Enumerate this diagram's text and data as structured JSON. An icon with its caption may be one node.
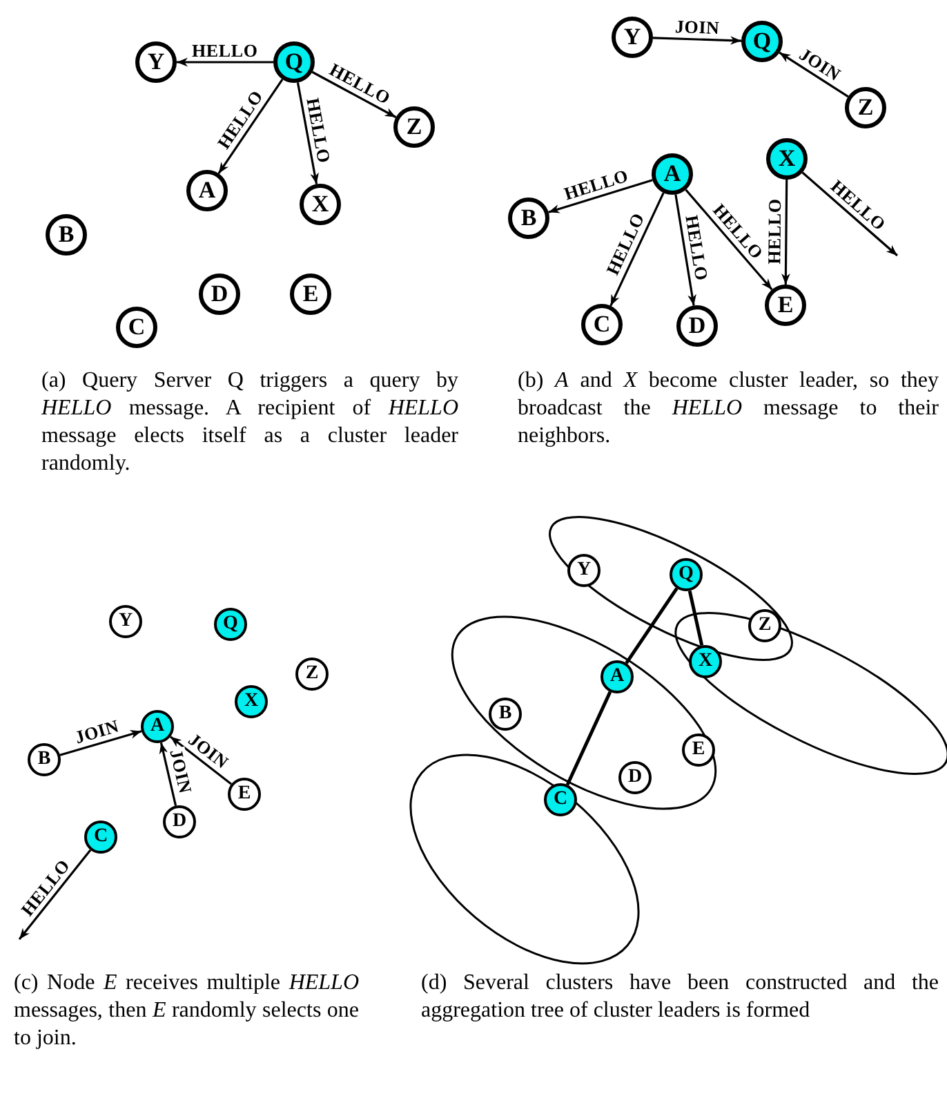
{
  "diagram": {
    "nodes": [
      {
        "text": [
          "Y"
        ]
      },
      {
        "text": [
          "Q"
        ]
      },
      {
        "text": [
          "Z"
        ]
      },
      {
        "text": [
          "A"
        ]
      },
      {
        "text": [
          "X"
        ]
      },
      {
        "text": [
          "B"
        ]
      },
      {
        "text": [
          "C"
        ]
      },
      {
        "text": [
          "D"
        ]
      },
      {
        "text": [
          "E"
        ]
      },
      {
        "text": [
          "Y"
        ]
      },
      {
        "text": [
          "Q"
        ]
      },
      {
        "text": [
          "Z"
        ]
      },
      {
        "text": [
          "A"
        ]
      },
      {
        "text": [
          "X"
        ]
      },
      {
        "text": [
          "B"
        ]
      },
      {
        "text": [
          "C"
        ]
      },
      {
        "text": [
          "D"
        ]
      },
      {
        "text": [
          "E"
        ]
      },
      {
        "text": [
          "Y"
        ]
      },
      {
        "text": [
          "Q"
        ]
      },
      {
        "text": [
          "Z"
        ]
      },
      {
        "text": [
          "A"
        ]
      },
      {
        "text": [
          "X"
        ]
      },
      {
        "text": [
          "B"
        ]
      },
      {
        "text": [
          "C"
        ]
      },
      {
        "text": [
          "D"
        ]
      },
      {
        "text": [
          "E"
        ]
      },
      {
        "text": [
          "Y"
        ]
      },
      {
        "text": [
          "Q"
        ]
      },
      {
        "text": [
          "Z"
        ]
      },
      {
        "text": [
          "A"
        ]
      },
      {
        "text": [
          "X"
        ]
      },
      {
        "text": [
          "B"
        ]
      },
      {
        "text": [
          "C"
        ]
      },
      {
        "text": [
          "D"
        ]
      },
      {
        "text": [
          "E"
        ]
      }
    ],
    "edges": [
      {
        "from": 1,
        "to": 0,
        "arrow": "to",
        "label": "HELLO"
      },
      {
        "from": 1,
        "to": 2,
        "arrow": "to",
        "label": "HELLO"
      },
      {
        "from": 1,
        "to": 3,
        "arrow": "to",
        "label": "HELLO"
      },
      {
        "from": 1,
        "to": 4,
        "arrow": "to",
        "label": "HELLO"
      },
      {
        "from": 9,
        "to": 10,
        "arrow": "to",
        "label": "JOIN"
      },
      {
        "from": 11,
        "to": 10,
        "arrow": "to",
        "label": "JOIN"
      },
      {
        "from": 12,
        "to": 14,
        "arrow": "to",
        "label": "HELLO"
      },
      {
        "from": 12,
        "to": 15,
        "arrow": "to",
        "label": "HELLO"
      },
      {
        "from": 12,
        "to": 16,
        "arrow": "to",
        "label": "HELLO"
      },
      {
        "from": 12,
        "to": 17,
        "arrow": "to",
        "label": "HELLO"
      },
      {
        "from": 13,
        "to": 17,
        "arrow": "to",
        "label": "HELLO"
      },
      {
        "from": 13,
        "to": null,
        "arrow": "to",
        "label": "HELLO"
      },
      {
        "from": 23,
        "to": 21,
        "arrow": "to",
        "label": "JOIN"
      },
      {
        "from": 25,
        "to": 21,
        "arrow": "to",
        "label": "JOIN"
      },
      {
        "from": 26,
        "to": 21,
        "arrow": "to",
        "label": "JOIN"
      },
      {
        "from": 24,
        "to": null,
        "arrow": "to",
        "label": "HELLO"
      },
      {
        "from": 28,
        "to": 30,
        "arrow": "none"
      },
      {
        "from": 28,
        "to": 31,
        "arrow": "none"
      },
      {
        "from": 30,
        "to": 33,
        "arrow": "none"
      }
    ],
    "labels": [
      "(a) Query Server Q triggers a query by *HELLO* message. A recipient of *HELLO* message elects itself as a cluster leader randomly.",
      "(b) *A* and *X* become cluster leader, so they broadcast the *HELLO* message to their neighbors.",
      "(c) Node *E* receives multiple *HELLO* messages, then *E* randomly selects one to join.",
      "(d) Several clusters have been constructed and the aggregation tree of cluster leaders is formed"
    ]
  }
}
